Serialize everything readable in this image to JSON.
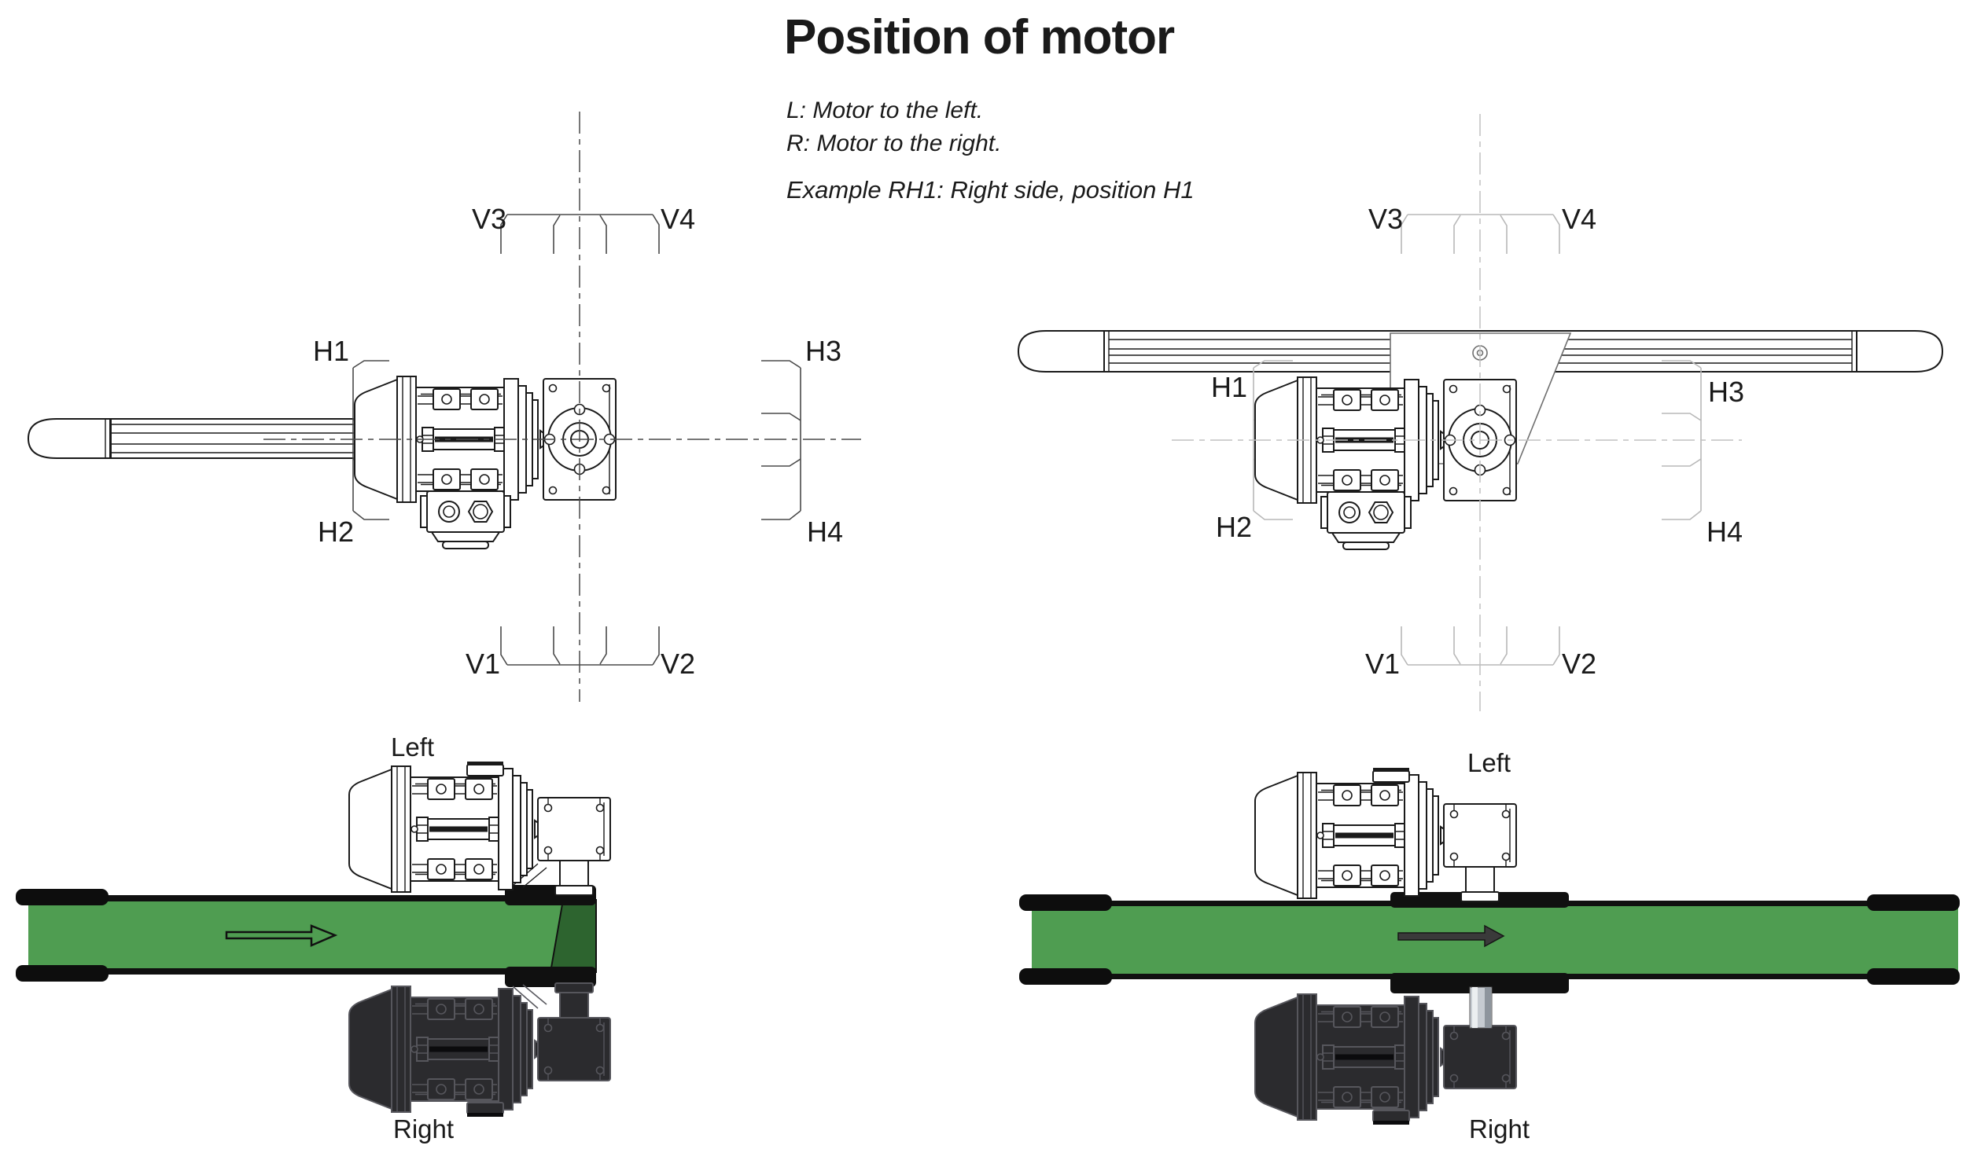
{
  "title": "Position of motor",
  "legend": {
    "l_line": "L: Motor to the left.",
    "r_line": "R: Motor to the right.",
    "example": "Example RH1: Right side, position H1"
  },
  "position_labels": {
    "v1": "V1",
    "v2": "V2",
    "v3": "V3",
    "v4": "V4",
    "h1": "H1",
    "h2": "H2",
    "h3": "H3",
    "h4": "H4"
  },
  "side_labels": {
    "left": "Left",
    "right": "Right"
  },
  "colors": {
    "belt_green": "#4f9d51",
    "belt_green_dark": "#2d642f",
    "rail_black": "#101010",
    "arrow_fill": "#3a3a3a",
    "line_color": "#1a1a1a",
    "phantom_gray": "#b8b8b8",
    "motor_dark_body": "#2b2b2e",
    "shaft_silver": "#c6cbd1"
  }
}
